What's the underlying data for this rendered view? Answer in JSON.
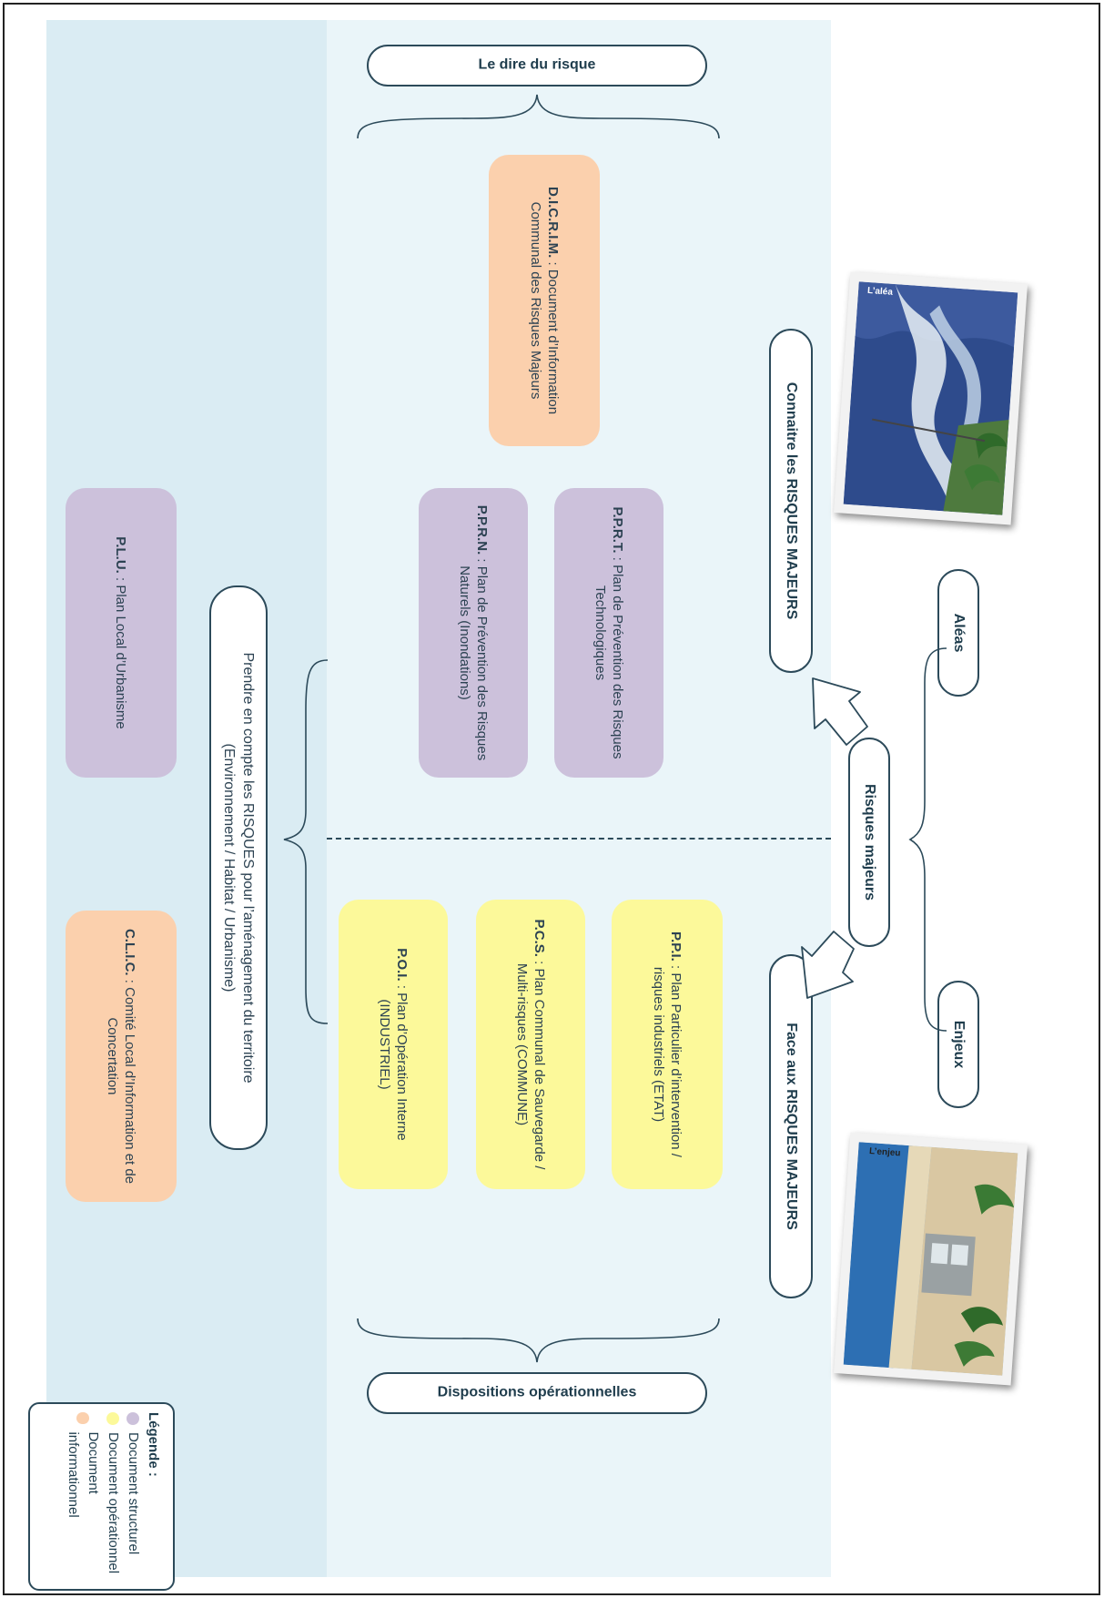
{
  "top_pills": {
    "dire_risque": "Le dire du risque",
    "dispositions": "Dispositions opérationnelles"
  },
  "right_pills": {
    "connaitre": "Connaitre les RISQUES MAJEURS",
    "face": "Face aux RISQUES MAJEURS",
    "aleas": "Aléas",
    "risques": "Risques majeurs",
    "enjeux": "Enjeux"
  },
  "prendre": {
    "line1": "Prendre en compte les RISQUES pour l’aménagement du territoire",
    "line2": "(Environnement / Habitat / Urbanisme)"
  },
  "cards": {
    "dicrim": {
      "abbr": "D.I.C.R.I.M.",
      "text": " : Document d’Information Communal des Risques Majeurs"
    },
    "pprt": {
      "abbr": "P.P.R.T.",
      "text": " : Plan de Prévention des Risques Technologiques"
    },
    "pprn": {
      "abbr": "P.P.R.N.",
      "text": " : Plan de Prévention des Risques Naturels (Inondations)"
    },
    "plu": {
      "abbr": "P.L.U.",
      "text": " : Plan Local d’Urbanisme"
    },
    "ppi": {
      "abbr": "P.P.I.",
      "text": " : Plan Particulier d’intervention / risques industriels (ETAT)"
    },
    "pcs": {
      "abbr": "P.C.S.",
      "text": " : Plan Communal de Sauvegarde / Multi-risques (COMMUNE)"
    },
    "poi": {
      "abbr": "P.O.I.",
      "text": " : Plan d’Opération Interne (INDUSTRIEL)"
    },
    "clic": {
      "abbr": "C.L.I.C.",
      "text": " : Comité Local d’Information et de Concertation"
    }
  },
  "photos": {
    "alea": "L’aléa",
    "enjeu": "L’enjeu"
  },
  "legend": {
    "title": "Légende :",
    "items": [
      {
        "label": "Document structurel",
        "color": "#ccc1db"
      },
      {
        "label": "Document opérationnel",
        "color": "#fcf99a"
      },
      {
        "label": "Document informationnel",
        "color": "#fbd0ad"
      }
    ]
  }
}
